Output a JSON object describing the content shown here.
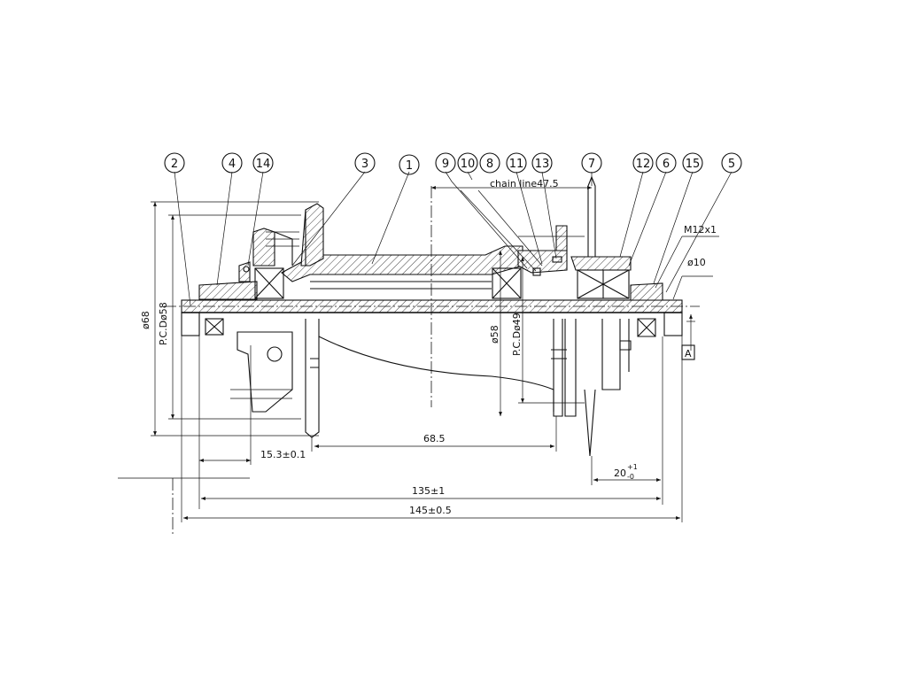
{
  "drawing": {
    "balloons": [
      "2",
      "4",
      "14",
      "3",
      "1",
      "9",
      "10",
      "8",
      "11",
      "13",
      "7",
      "12",
      "6",
      "15",
      "5"
    ],
    "dimensions": {
      "chain_line": "chain line47.5",
      "thread": "M12x1",
      "axle_dia": "ø10",
      "outer_dia": "ø68",
      "flange_pcd": "P.C.Dø58",
      "body_dia": "ø58",
      "cog_pcd": "P.C.Dø49",
      "flange_offset": "15.3±0.1",
      "flange_spacing": "68.5",
      "cog_offset_base": "20",
      "cog_offset_upper": "+1",
      "cog_offset_lower": "-0",
      "oln": "135±1",
      "axle_length": "145±0.5",
      "datum": "A"
    }
  }
}
